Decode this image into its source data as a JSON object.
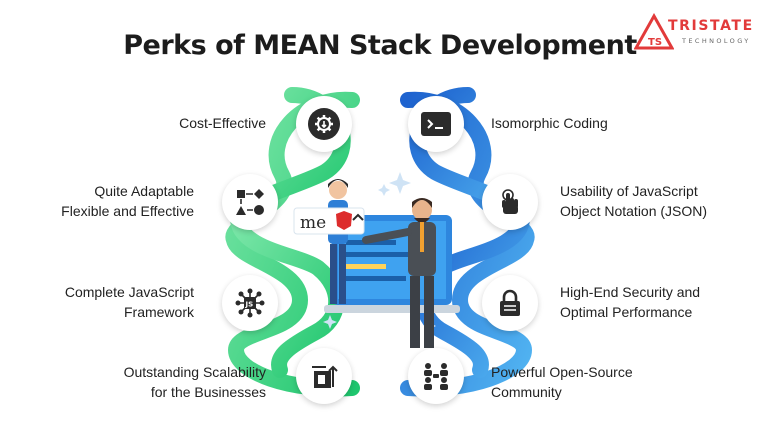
{
  "title": "Perks of MEAN Stack Development",
  "logo": {
    "name": "TRISTATE",
    "sub": "TECHNOLOGY",
    "mark": "TS"
  },
  "illustration": {
    "board_text": "me"
  },
  "left_items": [
    {
      "lines": [
        "Cost-Effective"
      ],
      "icon": "gear-dollar-icon"
    },
    {
      "lines": [
        "Quite Adaptable",
        "Flexible and Effective"
      ],
      "icon": "shapes-flow-icon"
    },
    {
      "lines": [
        "Complete JavaScript",
        "Framework"
      ],
      "icon": "js-network-icon"
    },
    {
      "lines": [
        "Outstanding Scalability",
        "for the Businesses"
      ],
      "icon": "scale-chart-icon"
    }
  ],
  "right_items": [
    {
      "lines": [
        "Isomorphic Coding"
      ],
      "icon": "terminal-icon"
    },
    {
      "lines": [
        "Usability of JavaScript",
        "Object Notation (JSON)"
      ],
      "icon": "touch-hand-icon"
    },
    {
      "lines": [
        "High-End Security and",
        "Optimal Performance"
      ],
      "icon": "lock-icon"
    },
    {
      "lines": [
        "Powerful Open-Source",
        "Community"
      ],
      "icon": "community-icon"
    }
  ],
  "colors": {
    "green": "#2fd07a",
    "green_light": "#7be6a8",
    "blue": "#2474d8",
    "blue_light": "#52b5f2",
    "icon_dark": "#2b2b2b",
    "brand_red": "#e23a3a"
  }
}
